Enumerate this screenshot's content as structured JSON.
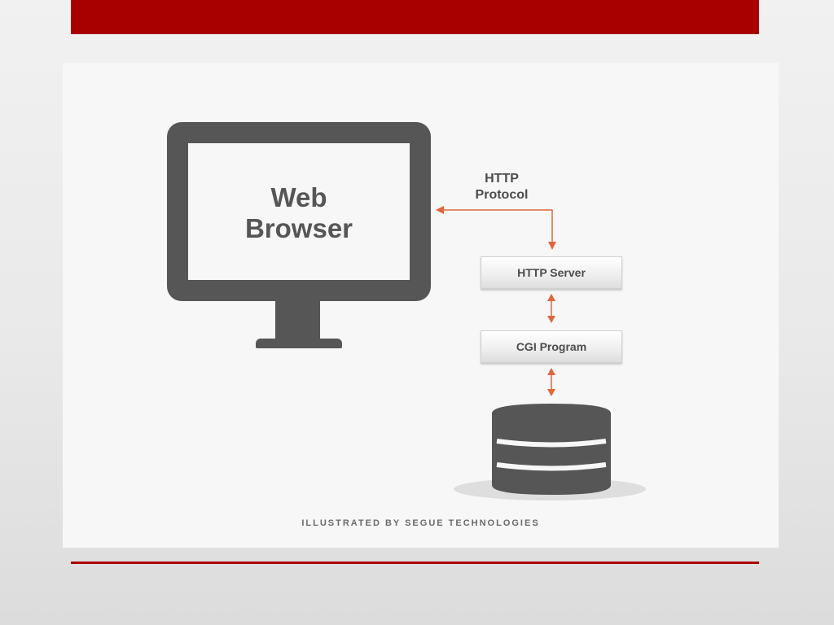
{
  "slide": {
    "accent_color": "#a80000",
    "icon_color": "#575657",
    "arrow_color": "#e0673a"
  },
  "diagram": {
    "browser": {
      "line1": "Web",
      "line2": "Browser",
      "icon": "monitor-icon"
    },
    "protocol": {
      "line1": "HTTP",
      "line2": "Protocol"
    },
    "http_server": "HTTP Server",
    "cgi_program": "CGI Program",
    "database": {
      "icon": "database-icon"
    },
    "credit": "ILLUSTRATED BY SEGUE TECHNOLOGIES"
  }
}
